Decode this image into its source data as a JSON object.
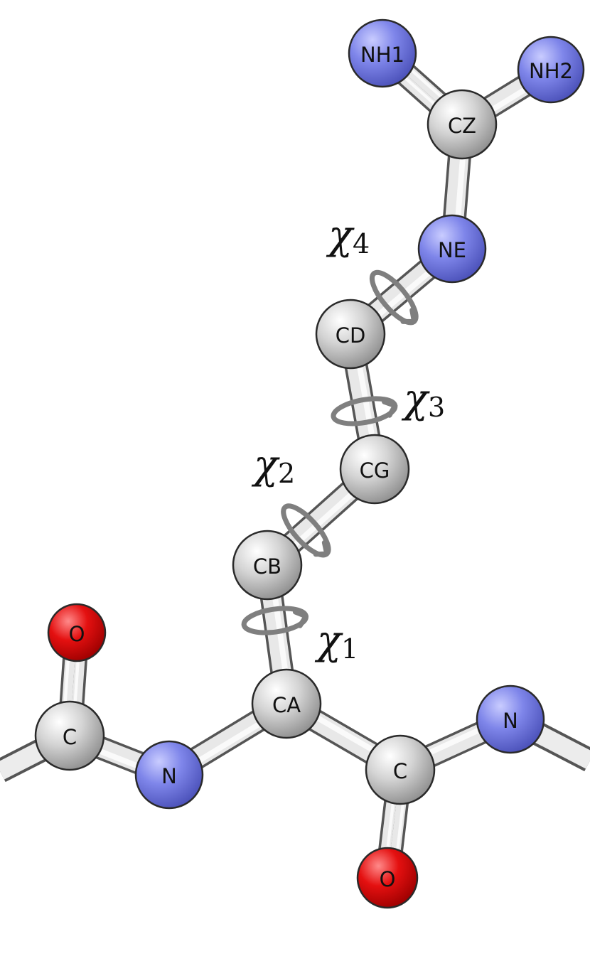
{
  "colors": {
    "carbon": "#c8c8c8",
    "nitrogen": "#7f86ea",
    "oxygen": "#e41010",
    "bond": "#e8e8e8",
    "arrow": "#7f7f7f"
  },
  "icons": {
    "rotation": "curved-rotation-arrow-icon"
  },
  "atoms": [
    {
      "id": "NH1",
      "label": "NH1",
      "element": "N"
    },
    {
      "id": "NH2",
      "label": "NH2",
      "element": "N"
    },
    {
      "id": "CZ",
      "label": "CZ",
      "element": "C"
    },
    {
      "id": "NE",
      "label": "NE",
      "element": "N"
    },
    {
      "id": "CD",
      "label": "CD",
      "element": "C"
    },
    {
      "id": "CG",
      "label": "CG",
      "element": "C"
    },
    {
      "id": "CB",
      "label": "CB",
      "element": "C"
    },
    {
      "id": "CA",
      "label": "CA",
      "element": "C"
    },
    {
      "id": "N_left",
      "label": "N",
      "element": "N"
    },
    {
      "id": "C_left",
      "label": "C",
      "element": "C"
    },
    {
      "id": "O_left",
      "label": "O",
      "element": "O"
    },
    {
      "id": "C_right",
      "label": "C",
      "element": "C"
    },
    {
      "id": "O_right",
      "label": "O",
      "element": "O"
    },
    {
      "id": "N_right",
      "label": "N",
      "element": "N"
    }
  ],
  "bonds": [
    {
      "from": "NH1",
      "to": "CZ",
      "order": 2
    },
    {
      "from": "NH2",
      "to": "CZ",
      "order": 1
    },
    {
      "from": "CZ",
      "to": "NE",
      "order": 1
    },
    {
      "from": "NE",
      "to": "CD",
      "order": 1
    },
    {
      "from": "CD",
      "to": "CG",
      "order": 1
    },
    {
      "from": "CG",
      "to": "CB",
      "order": 1
    },
    {
      "from": "CB",
      "to": "CA",
      "order": 1
    },
    {
      "from": "CA",
      "to": "N_left",
      "order": 1
    },
    {
      "from": "N_left",
      "to": "C_left",
      "order": 1
    },
    {
      "from": "C_left",
      "to": "O_left",
      "order": 2
    },
    {
      "from": "CA",
      "to": "C_right",
      "order": 1
    },
    {
      "from": "C_right",
      "to": "O_right",
      "order": 2
    },
    {
      "from": "C_right",
      "to": "N_right",
      "order": 1
    }
  ],
  "dihedrals": [
    {
      "id": "chi1",
      "symbol": "χ",
      "subscript": "1",
      "bond": [
        "CB",
        "CA"
      ]
    },
    {
      "id": "chi2",
      "symbol": "χ",
      "subscript": "2",
      "bond": [
        "CG",
        "CB"
      ]
    },
    {
      "id": "chi3",
      "symbol": "χ",
      "subscript": "3",
      "bond": [
        "CD",
        "CG"
      ]
    },
    {
      "id": "chi4",
      "symbol": "χ",
      "subscript": "4",
      "bond": [
        "NE",
        "CD"
      ]
    }
  ]
}
